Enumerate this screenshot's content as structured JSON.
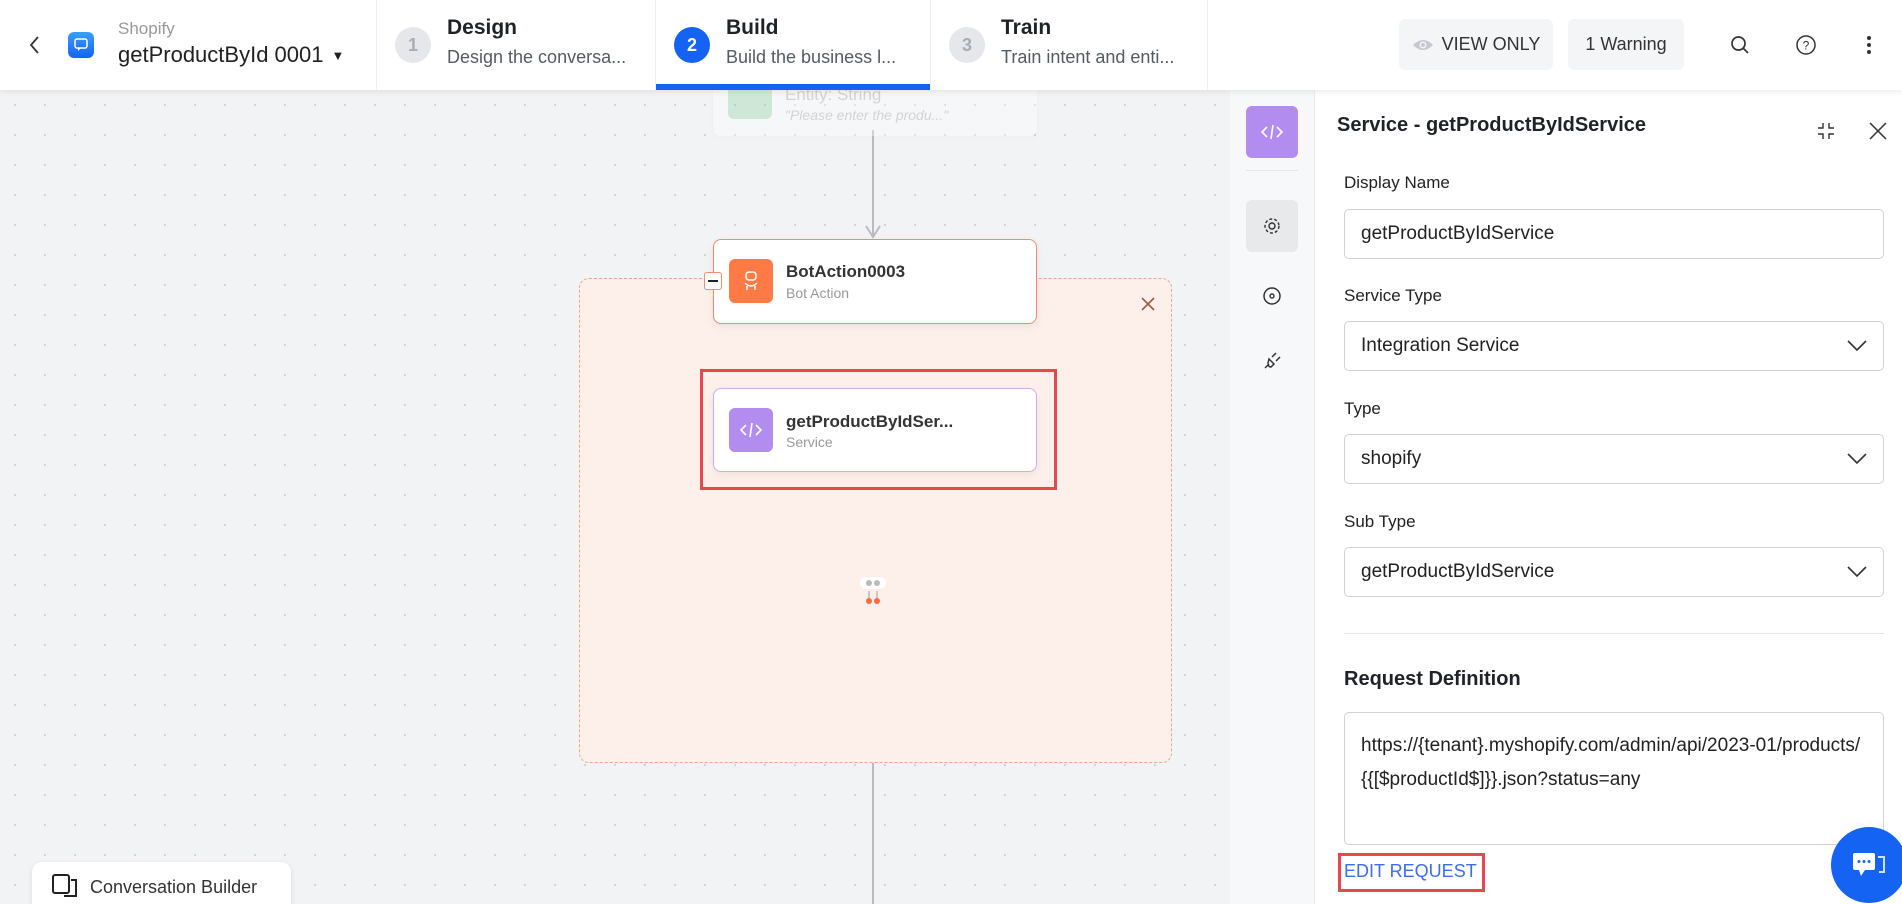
{
  "header": {
    "app_name": "Shopify",
    "flow_name": "getProductById 0001",
    "steps": [
      {
        "num": "1",
        "title": "Design",
        "subtitle": "Design the conversa..."
      },
      {
        "num": "2",
        "title": "Build",
        "subtitle": "Build the business l..."
      },
      {
        "num": "3",
        "title": "Train",
        "subtitle": "Train intent and enti..."
      }
    ],
    "active_step": "Build",
    "view_only_label": "VIEW ONLY",
    "warning_label": "1 Warning",
    "accent": "#1463f3"
  },
  "canvas": {
    "faded_node": {
      "title": "Entity: String",
      "subtitle": "\"Please enter the produ...\""
    },
    "bot_action_node": {
      "title": "BotAction0003",
      "subtitle": "Bot Action",
      "color": "#ff7a45"
    },
    "service_node": {
      "title": "getProductByIdSer...",
      "subtitle": "Service",
      "color": "#b38cf0"
    },
    "conversation_builder_label": "Conversation Builder"
  },
  "panel": {
    "title": "Service - getProductByIdService",
    "display_name_label": "Display Name",
    "display_name_value": "getProductByIdService",
    "service_type_label": "Service Type",
    "service_type_value": "Integration Service",
    "type_label": "Type",
    "type_value": "shopify",
    "sub_type_label": "Sub Type",
    "sub_type_value": "getProductByIdService",
    "request_definition_label": "Request Definition",
    "request_url": "https://{tenant}.myshopify.com/admin/api/2023-01/products/{{[$productId$]}}.json?status=any",
    "edit_request_label": "EDIT REQUEST"
  }
}
